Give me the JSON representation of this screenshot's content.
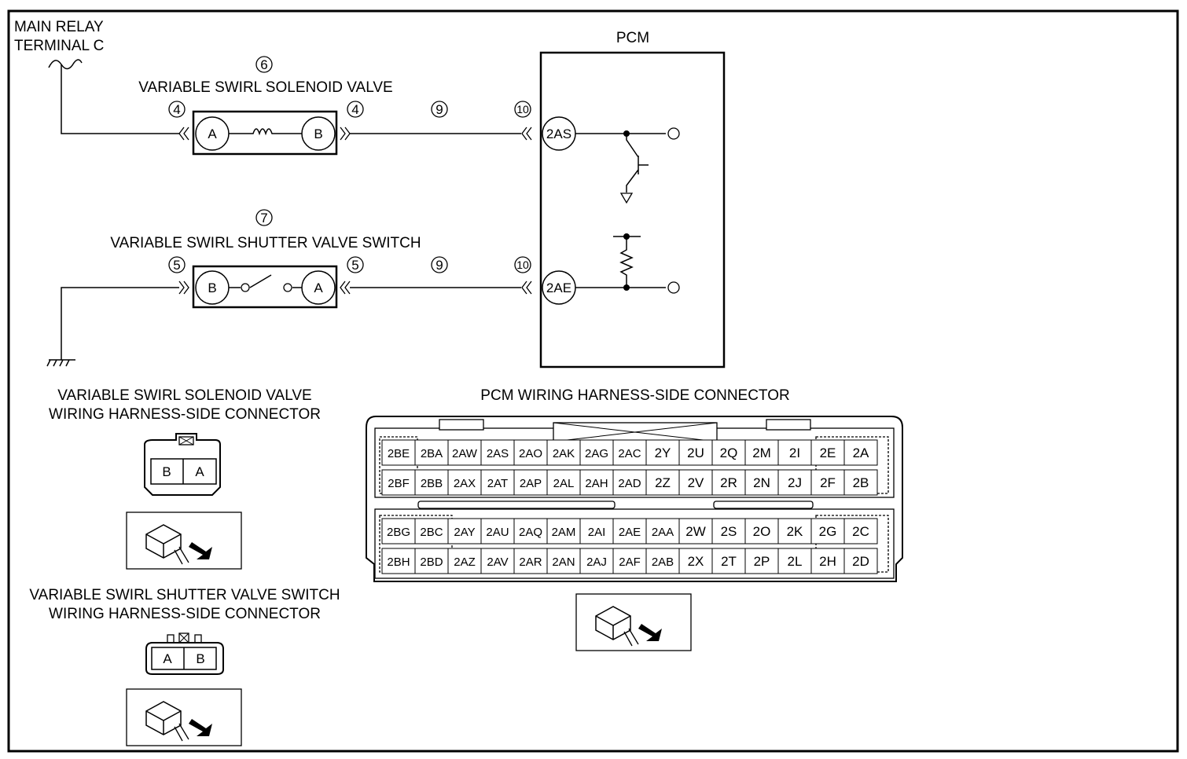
{
  "labels": {
    "main_relay_1": "MAIN RELAY",
    "main_relay_2": "TERMINAL C",
    "pcm": "PCM",
    "solenoid_valve": "VARIABLE SWIRL SOLENOID VALVE",
    "shutter_switch": "VARIABLE SWIRL SHUTTER VALVE SWITCH",
    "sol_conn_1": "VARIABLE SWIRL SOLENOID VALVE",
    "sol_conn_2": "WIRING HARNESS-SIDE CONNECTOR",
    "sw_conn_1": "VARIABLE SWIRL SHUTTER VALVE SWITCH",
    "sw_conn_2": "WIRING HARNESS-SIDE CONNECTOR",
    "pcm_conn": "PCM WIRING HARNESS-SIDE CONNECTOR"
  },
  "callouts": {
    "c6": "6",
    "c4a": "4",
    "c4b": "4",
    "c9a": "9",
    "c10a": "10",
    "c7": "7",
    "c5a": "5",
    "c5b": "5",
    "c9b": "9",
    "c10b": "10"
  },
  "pins": {
    "sol_a": "A",
    "sol_b": "B",
    "sw_b": "B",
    "sw_a": "A",
    "pcm_2as": "2AS",
    "pcm_2ae": "2AE"
  },
  "small_connectors": {
    "solenoid": [
      "B",
      "A"
    ],
    "switch": [
      "A",
      "B"
    ]
  },
  "pcm_connector": {
    "row1": [
      "2BE",
      "2BA",
      "2AW",
      "2AS",
      "2AO",
      "2AK",
      "2AG",
      "2AC",
      "2Y",
      "2U",
      "2Q",
      "2M",
      "2I",
      "2E",
      "2A"
    ],
    "row2": [
      "2BF",
      "2BB",
      "2AX",
      "2AT",
      "2AP",
      "2AL",
      "2AH",
      "2AD",
      "2Z",
      "2V",
      "2R",
      "2N",
      "2J",
      "2F",
      "2B"
    ],
    "row3": [
      "2BG",
      "2BC",
      "2AY",
      "2AU",
      "2AQ",
      "2AM",
      "2AI",
      "2AE",
      "2AA",
      "2W",
      "2S",
      "2O",
      "2K",
      "2G",
      "2C"
    ],
    "row4": [
      "2BH",
      "2BD",
      "2AZ",
      "2AV",
      "2AR",
      "2AN",
      "2AJ",
      "2AF",
      "2AB",
      "2X",
      "2T",
      "2P",
      "2L",
      "2H",
      "2D"
    ]
  }
}
